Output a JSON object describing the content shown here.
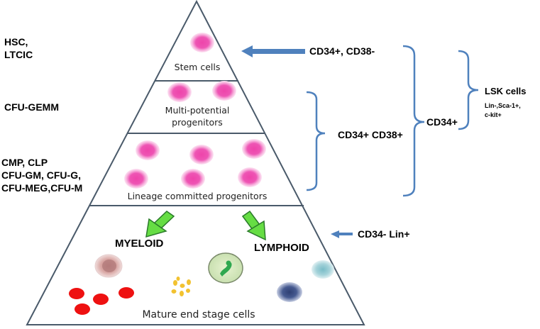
{
  "pyramid": {
    "tier1_label": "Stem cells",
    "tier2_label_line1": "Multi-potential",
    "tier2_label_line2": "progenitors",
    "tier3_label": "Lineage committed progenitors",
    "tier4_label": "Mature end stage cells",
    "myeloid_label": "MYELOID",
    "lymphoid_label": "LYMPHOID"
  },
  "left_labels": {
    "hsc_line1": "HSC,",
    "hsc_line2": "LTCIC",
    "cfu_gemm": "CFU-GEMM",
    "committed_line1": "CMP, CLP",
    "committed_line2": "CFU-GM, CFU-G,",
    "committed_line3": "CFU-MEG,CFU-M"
  },
  "right_labels": {
    "cd34_cd38_neg": "CD34+, CD38-",
    "cd34_cd38_pos": "CD34+ CD38+",
    "cd34_pos": "CD34+",
    "lsk_title": "LSK cells",
    "lsk_line1": "Lin-,Sca-1+,",
    "lsk_line2": "c-kit+",
    "cd34_neg_lin_pos": "CD34- Lin+"
  },
  "colors": {
    "outline": "#4a5a6a",
    "bracket": "#4f81bd",
    "arrow_blue": "#4f81bd",
    "arrow_green": "#66dd44",
    "progenitor_cell": "#ee44aa",
    "red_cell": "#ee1111",
    "platelet": "#f2c230"
  }
}
